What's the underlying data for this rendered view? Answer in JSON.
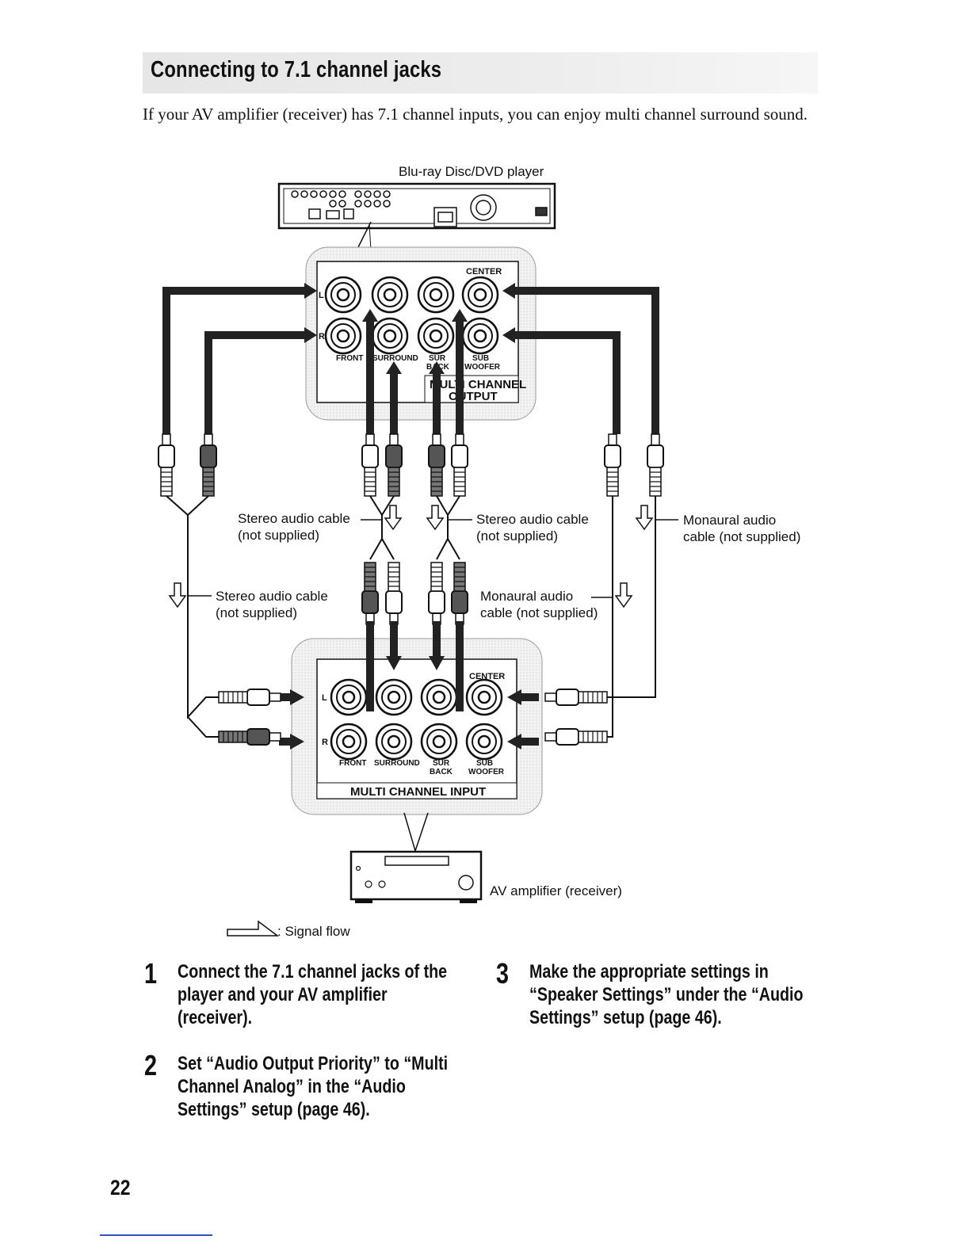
{
  "heading": "Connecting to 7.1 channel jacks",
  "intro": "If your AV amplifier (receiver) has 7.1 channel inputs, you can enjoy multi channel surround sound.",
  "diagram": {
    "player_label": "Blu-ray Disc/DVD player",
    "output_panel": {
      "center": "CENTER",
      "row_l": "L",
      "row_r": "R",
      "front": "FRONT",
      "surround": "SURROUND",
      "sur_back_1": "SUR",
      "sur_back_2": "BACK",
      "sub_woofer_1": "SUB",
      "sub_woofer_2": "WOOFER",
      "title_1": "MULTI CHANNEL",
      "title_2": "OUTPUT"
    },
    "input_panel": {
      "center": "CENTER",
      "row_l": "L",
      "row_r": "R",
      "front": "FRONT",
      "surround": "SURROUND",
      "sur_back_1": "SUR",
      "sur_back_2": "BACK",
      "sub_woofer_1": "SUB",
      "sub_woofer_2": "WOOFER",
      "title": "MULTI CHANNEL INPUT"
    },
    "cable_stereo_center_left_1": "Stereo audio cable",
    "cable_stereo_center_left_2": "(not supplied)",
    "cable_stereo_center_right_1": "Stereo audio cable",
    "cable_stereo_center_right_2": "(not supplied)",
    "cable_mono_right_1": "Monaural audio",
    "cable_mono_right_2": "cable (not supplied)",
    "cable_stereo_left_1": "Stereo audio cable",
    "cable_stereo_left_2": "(not supplied)",
    "cable_mono_center_1": "Monaural audio",
    "cable_mono_center_2": "cable (not supplied)",
    "amplifier_label": "AV amplifier (receiver)",
    "signal_flow": ": Signal flow"
  },
  "steps": [
    {
      "num": "1",
      "text": "Connect the 7.1 channel jacks of the player and your AV amplifier (receiver)."
    },
    {
      "num": "2",
      "text": "Set “Audio Output Priority” to “Multi Channel Analog” in the “Audio Settings” setup (page 46)."
    },
    {
      "num": "3",
      "text": "Make the appropriate settings in “Speaker Settings” under the “Audio Settings” setup (page 46)."
    }
  ],
  "page_number": "22"
}
